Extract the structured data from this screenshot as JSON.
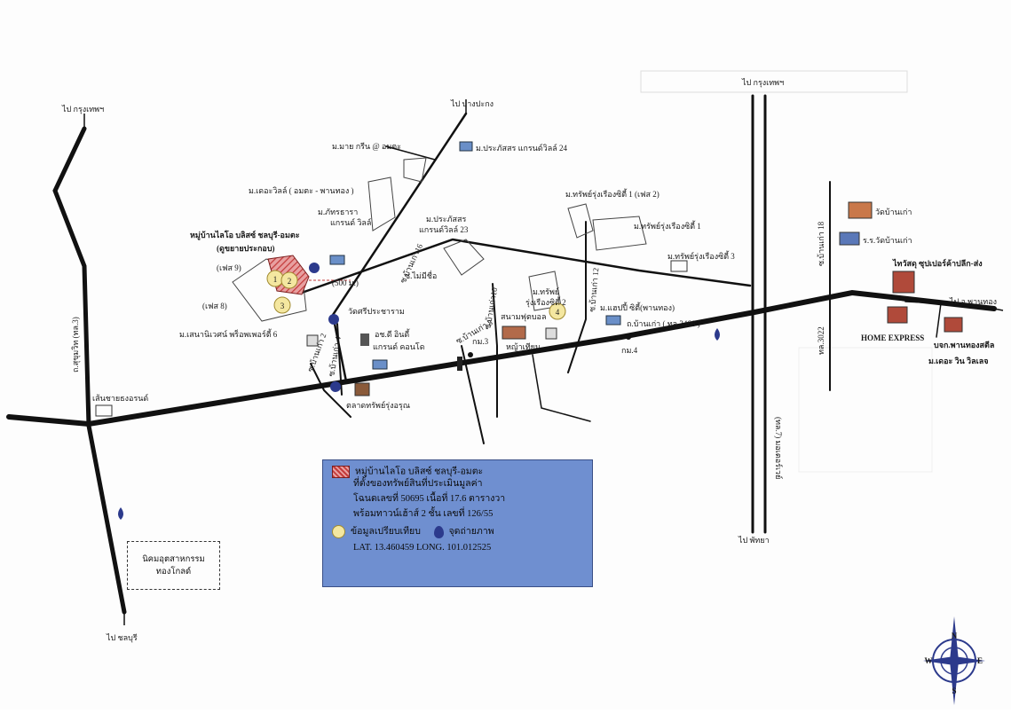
{
  "roads": {
    "sukhumvit": "ถ.สุขุมวิท (ทล.3)",
    "bankao_3466": "ถ.บ้านเก่า ( ทล.3466 )",
    "motorway_7": "(ทล.7) มอเตอร์เวย์",
    "road_3022": "ทล.3022",
    "soi_bankao_18": "ซ.บ้านเก่า 18",
    "soi_bankao_16": "ซ.บ้านเก่า16",
    "soi_bankao_2": "ซ.บ้านเก่า 2",
    "soi_bankao_4": "ซ.บ้านเก่า 4",
    "soi_bankao_8": "ซ.บ้านเก่า 8",
    "soi_bankao_10": "ซ.บ้านเก่า10",
    "soi_bankao_12": "ซ.บ้านเก่า 12",
    "soi_maisiue": "ซ.ไม่มีชื่อ"
  },
  "directions": {
    "to_bangkok_left": "ไป กรุงเทพฯ",
    "to_chonburi": "ไป ชลบุรี",
    "to_bangpakong": "ไป บางปะกง",
    "to_bangkok_top": "ไป กรุงเทพฯ",
    "to_pattaya": "ไป พัทยา",
    "to_phanthong": "ไป อ.พานทอง"
  },
  "places": {
    "may_green": "ม.มาย กรีน @ อมตะ",
    "prasatsorn_24": "ม.ประภัสสร แกรนด์วิลล์ 24",
    "the_villa": "ม.เดอะวิลล์ ( อมตะ - พานทอง )",
    "phatthara_1": "ม.ภัทรธารา",
    "phatthara_2": "แกรนด์ วิลล์",
    "subject_1": "หมู่บ้านไลโอ บลิสซ์ ชลบุรี-อมตะ",
    "subject_2": "(ดูขยายประกอบ)",
    "phase9": "(เฟส 9)",
    "phase8": "(เฟส 8)",
    "prasatsorn_23a": "ม.ประภัสสร",
    "prasatsorn_23b": "แกรนด์วิลล์ 23",
    "sap_rung_2_1": "ม.ทรัพย์รุ่งเรืองซิตี้ 1 (เฟส 2)",
    "sap_rung_1": "ม.ทรัพย์รุ่งเรืองซิตี้ 1",
    "sap_rung_3": "ม.ทรัพย์รุ่งเรืองซิตี้ 3",
    "sap_rung_c2a": "ม.ทรัพย์",
    "sap_rung_c2b": "รุ่งเรืองซิตี้ 2",
    "wat_sri": "วัดศรีประชาราม",
    "condo_1": "อช.ดี อินดี้",
    "condo_2": "แกรนด์ คอนโด",
    "school_1": "สนามฟุตบอล",
    "school_2": "หญ้าเทียม",
    "happy_city": "ม.แฮปปี้ ซิตี้(พานทอง)",
    "sanamchai": "ม.เสนานิเวศน์ พร็อพเพอร์ตี้ 6",
    "market": "ตลาดทรัพย์รุ่งอรุณ",
    "km3": "กม.3",
    "km4": "กม.4",
    "mailbox_left": "เส้นชายธงอรนด์",
    "wat_bankao": "วัดบ้านเก่า",
    "school_bankao": "ร.ร.วัดบ้านเก่า",
    "thaiwatsadu": "ไทวัสดุ ซุปเปอร์ค้าปลีก-ส่ง",
    "home_express": "HOME EXPRESS",
    "bkk_phanthong": "บจก.พานทองสตีล",
    "the_win": "ม.เดอะ วิน วิลเลจ",
    "estate": "นิคมอุตสาหกรรม",
    "estate_2": "ทองโกลด์",
    "distance": "(500 ม.)"
  },
  "legend": {
    "line1": "หมู่บ้านไลโอ บลิสซ์ ชลบุรี-อมตะ",
    "line2": "ที่ตั้งของทรัพย์สินที่ประเมินมูลค่า",
    "line3": "โฉนดเลขที่ 50695 เนื้อที่ 17.6 ตารางวา",
    "line4": "พร้อมทาวน์เฮ้าส์ 2 ชั้น เลขที่ 126/55",
    "compare": "ข้อมูลเปรียบเทียบ",
    "photo": "จุดถ่ายภาพ",
    "coords": "LAT. 13.460459  LONG. 101.012525"
  },
  "compass": {
    "n": "N",
    "e": "E",
    "w": "W",
    "s": "S"
  },
  "comparables": [
    "1",
    "2",
    "3",
    "4"
  ],
  "colors": {
    "legend_bg": "#6f8fd0",
    "subject_hatch": "#c43b3b",
    "compass": "#2c3a8c"
  }
}
